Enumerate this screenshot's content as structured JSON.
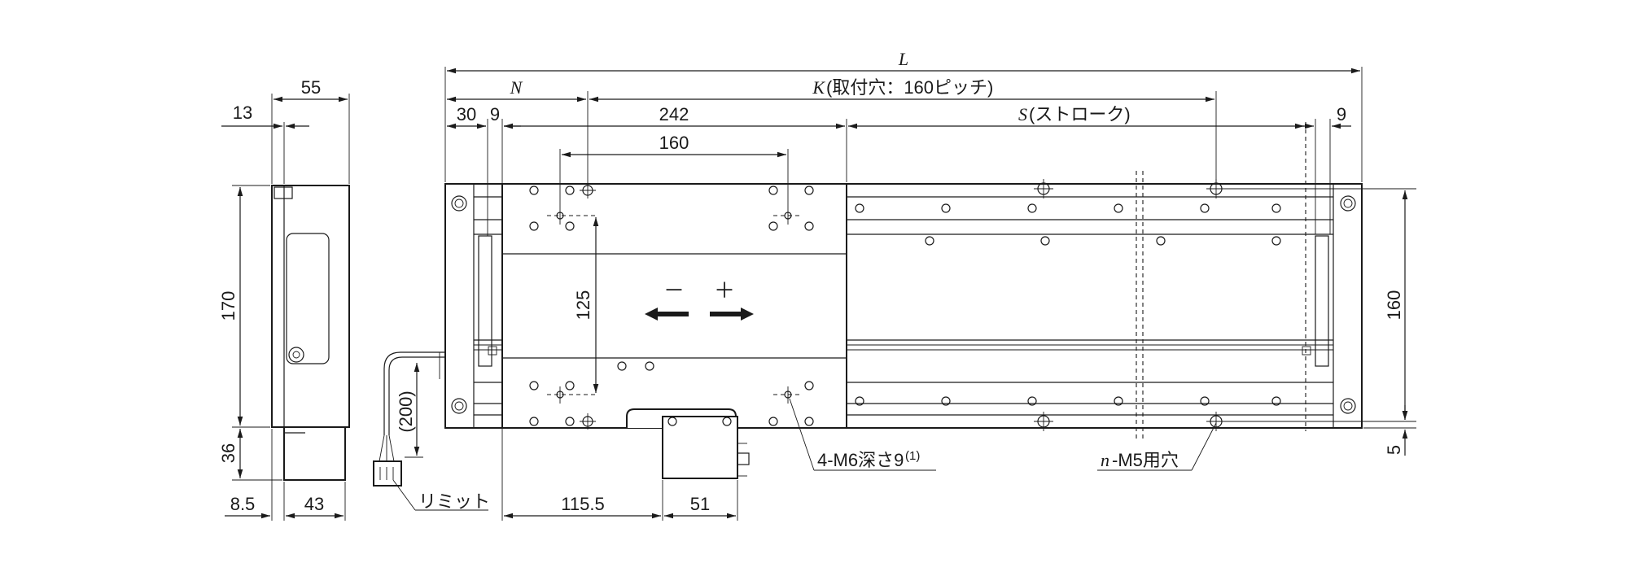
{
  "dimensions": {
    "overall_length": "L",
    "n_dim": "N",
    "k_italic": "K",
    "k_desc": "(取付穴：160ピッチ)",
    "s_italic": "S",
    "s_desc": "(ストローク)",
    "d30": "30",
    "d9_left": "9",
    "d242": "242",
    "d9_right": "9",
    "d160_top": "160",
    "d125": "125",
    "d160_right": "160",
    "d5": "5",
    "d115_5": "115.5",
    "d51": "51",
    "d13": "13",
    "d55": "55",
    "d170": "170",
    "d36": "36",
    "d8_5": "8.5",
    "d43": "43",
    "d200": "(200)"
  },
  "directions": {
    "minus": "－",
    "plus": "＋"
  },
  "callouts": {
    "tapped_holes_main": "4-M6深さ9",
    "tapped_holes_note": "(1)",
    "mount_holes_n": "n",
    "mount_holes_rest": "-M5用穴",
    "limit_switch": "リミット"
  }
}
